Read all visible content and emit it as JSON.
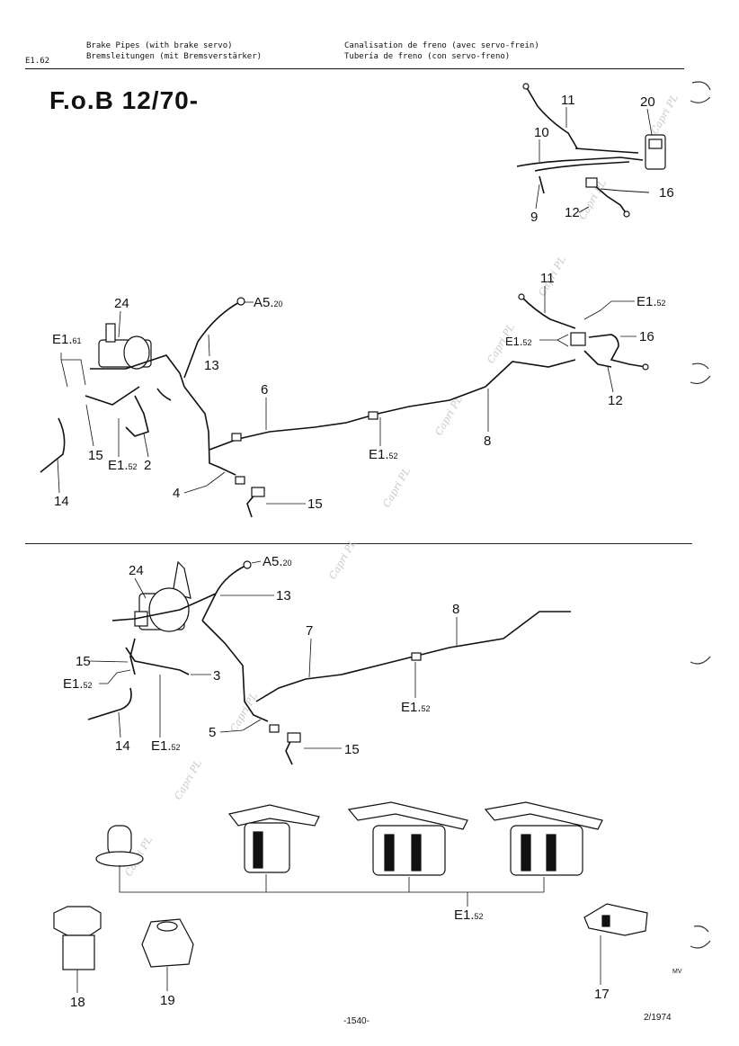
{
  "header": {
    "section_code": "E1.62",
    "line_en": "Brake Pipes (with brake servo)",
    "line_de": "Bremsleitungen (mit Bremsverstärker)",
    "line_fr": "Canalisation de freno (avec servo-frein)",
    "line_es": "Tubería de freno (con servo-freno)"
  },
  "title": "F.o.B  12/70-",
  "detail_labels": {
    "l20": "20",
    "l11": "11",
    "l10": "10",
    "l16": "16",
    "l9": "9",
    "l12": "12"
  },
  "upper_labels": {
    "l24": "24",
    "a520": "A5.",
    "a520_sub": "20",
    "e161": "E1.",
    "e161_sub": "61",
    "l13": "13",
    "l6": "6",
    "l11": "11",
    "e152a": "E1.",
    "e152a_sub": "52",
    "e152b": "E1.",
    "e152b_sub": "52",
    "l16": "16",
    "l12": "12",
    "l8": "8",
    "e152c": "E1.",
    "e152c_sub": "52",
    "l15a": "15",
    "e152d": "E1.",
    "e152d_sub": "52",
    "l2": "2",
    "l14": "14",
    "l4": "4",
    "l15b": "15"
  },
  "lower_labels": {
    "l24": "24",
    "a520": "A5.",
    "a520_sub": "20",
    "l13": "13",
    "l8": "8",
    "l7": "7",
    "l15a": "15",
    "e152a": "E1.",
    "e152a_sub": "52",
    "l3": "3",
    "e152b": "E1.",
    "e152b_sub": "52",
    "l14": "14",
    "e152c": "E1.",
    "e152c_sub": "52",
    "l5": "5",
    "l15b": "15"
  },
  "parts_labels": {
    "e152": "E1.",
    "e152_sub": "52",
    "l17": "17",
    "l18": "18",
    "l19": "19"
  },
  "watermark": "Capri PL",
  "footer": {
    "page_number": "-1540-",
    "edition": "2/1974",
    "initials": "MV"
  }
}
